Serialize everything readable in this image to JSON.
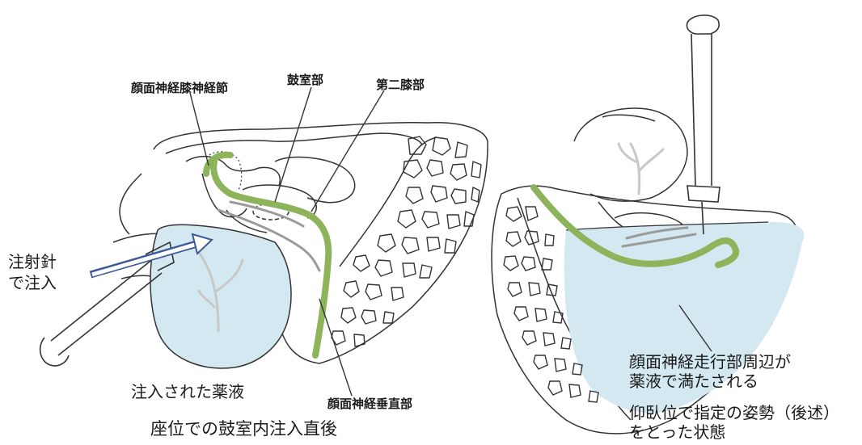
{
  "labels": {
    "geniculate_ganglion": "顔面神経膝神経節",
    "tympanic_segment": "鼓室部",
    "second_genu": "第二膝部",
    "needle_line1": "注射針",
    "needle_line2": "で注入",
    "injected_solution": "注入された薬液",
    "vertical_segment": "顔面神経垂直部",
    "caption_left": "座位での鼓室内注入直後",
    "filled_line1": "顔面神経走行部周辺が",
    "filled_line2": "薬液で満たされる",
    "caption_right_line1": "仰臥位で指定の姿勢（後述）",
    "caption_right_line2": "をとった状態"
  },
  "colors": {
    "nerve_green": "#8db45a",
    "fluid_blue": "#d3e8f0",
    "outline": "#333333",
    "arrow_blue": "#3c5a98"
  }
}
